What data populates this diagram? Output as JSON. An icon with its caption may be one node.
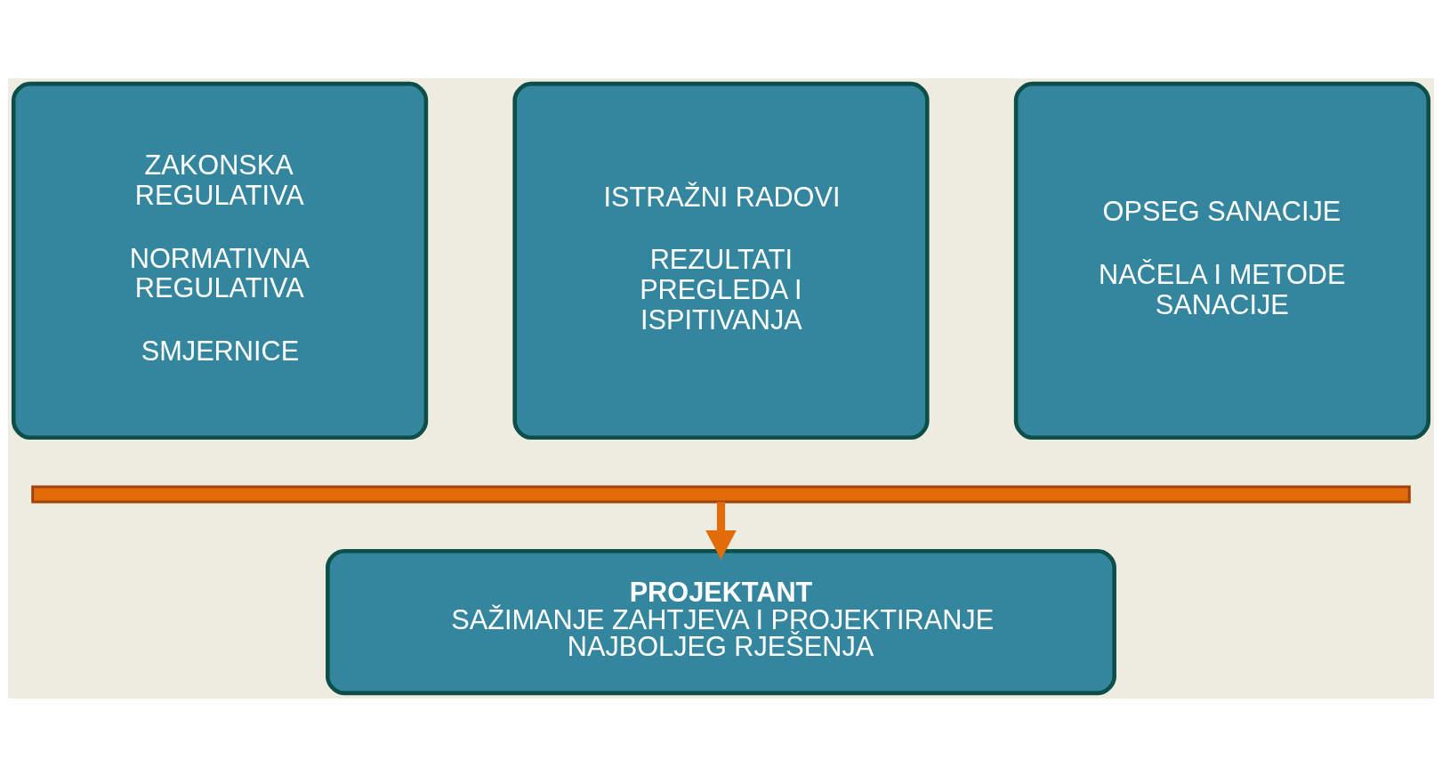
{
  "diagram": {
    "nodes": [
      {
        "text": [
          "ZAKONSKA REGULATIVA",
          "NORMATIVNA REGULATIVA",
          "SMJERNICE"
        ]
      },
      {
        "text": [
          "ISTRAŽNI RADOVI",
          "REZULTATI PREGLEDA I ISPITIVANJA"
        ]
      },
      {
        "text": [
          "OPSEG SANACIJE",
          "NAČELA I METODE SANACIJE"
        ]
      },
      {
        "text": [],
        "shape": "bar"
      },
      {
        "text": [
          "PROJEKTANT",
          "SAŽIMANJE ZAHTJEVA I PROJEKTIRANJE NAJBOLJEG RJEŠENJA"
        ]
      }
    ],
    "edges": [
      {
        "from": 3,
        "to": 4,
        "arrow": "to"
      }
    ]
  }
}
